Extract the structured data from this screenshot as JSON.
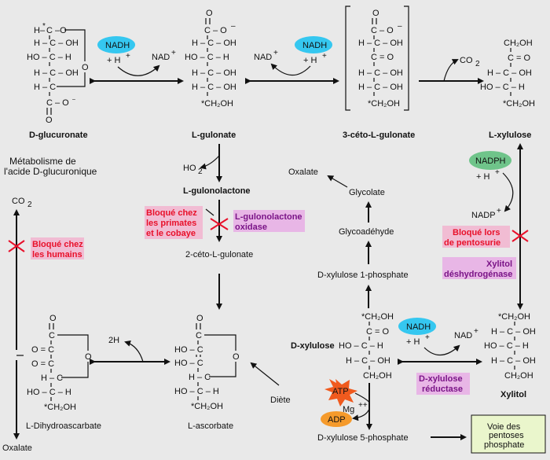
{
  "compounds": {
    "d_glucuronate": "D-glucuronate",
    "l_gulonate": "L-gulonate",
    "keto_gulonate_3": "3-céto-L-gulonate",
    "l_xylulose": "L-xylulose",
    "l_gulonolactone": "L-gulonolactone",
    "keto_gulonate_2": "2-céto-L-gulonate",
    "l_ascorbate": "L-ascorbate",
    "l_dehydroascorbate": "L-Dihydroascarbate",
    "oxalate_left": "Oxalate",
    "oxalate_top": "Oxalate",
    "glycolate": "Glycolate",
    "glycoaldehyde": "Glycoadéhyde",
    "d_xylulose_1p": "D-xylulose 1-phosphate",
    "d_xylulose": "D-xylulose",
    "xylitol": "Xylitol",
    "d_xylulose_5p": "D-xylulose 5-phosphate",
    "pentose_pathway": "Voie des pentoses phosphate"
  },
  "cofactors": {
    "nadh": "NADH",
    "nadph": "NADPH",
    "atp": "ATP",
    "adp": "ADP",
    "nad": "NAD",
    "nadp": "NADP",
    "h_plus": "+ H",
    "co2": "CO",
    "ho2": "HO",
    "two_h": "2H",
    "mg": "Mg",
    "diet": "Diète"
  },
  "labels": {
    "title_line1": "Métabolisme de",
    "title_line2": "l'acide D-glucuronique",
    "blocked_humans_1": "Bloqué chez",
    "blocked_humans_2": "les humains",
    "blocked_primates_1": "Bloqué chez",
    "blocked_primates_2": "les primates",
    "blocked_primates_3": "et le cobaye",
    "enzyme_gulonolactone_1": "L-gulonolactone",
    "enzyme_gulonolactone_2": "oxidase",
    "blocked_pentosuria_1": "Bloqué lors",
    "blocked_pentosuria_2": "de pentosurie",
    "enzyme_xylitol_1": "Xylitol",
    "enzyme_xylitol_2": "déshydrogénase",
    "enzyme_xylulose_1": "D-xylulose",
    "enzyme_xylulose_2": "réductase"
  },
  "colors": {
    "background": "#e9e9e9",
    "nadh_ellipse": "#35c7f0",
    "nadph_ellipse": "#6fc48a",
    "atp_star": "#f05a1e",
    "adp_ellipse": "#f59a2b",
    "blocked_text": "#e8102a",
    "enzyme_text": "#7a1487",
    "label_highlight": "#f1bcd3",
    "enzyme_highlight": "#e8b6e6",
    "pentose_box": "#eaf6cc"
  }
}
